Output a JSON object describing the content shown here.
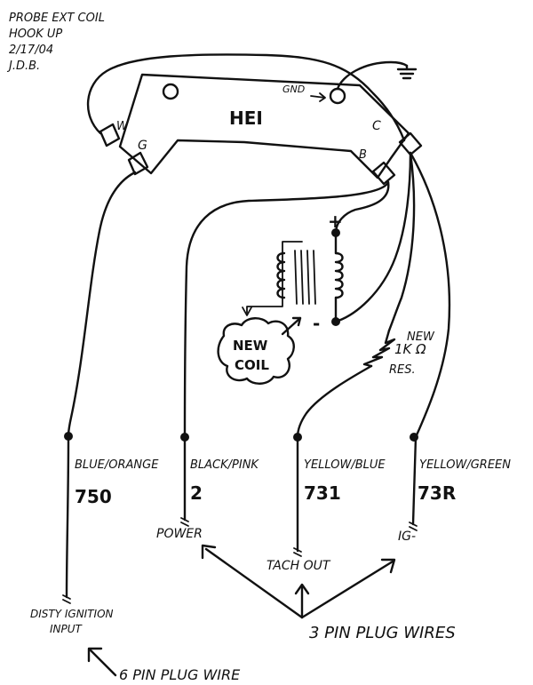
{
  "note": {
    "line1": "PROBE EXT COIL",
    "line2": "HOOK UP",
    "line3": "2/17/04",
    "line4": "J.D.B."
  },
  "module": {
    "label": "HEI",
    "terminal_w": "W",
    "terminal_g": "G",
    "terminal_c": "C",
    "terminal_b": "B",
    "gnd": "GND"
  },
  "coil": {
    "plus": "+",
    "minus": "-",
    "bubble_line1": "NEW",
    "bubble_line2": "COIL"
  },
  "resistor": {
    "line1": "NEW",
    "line2": "1K Ω",
    "line3": "RES."
  },
  "wires": [
    {
      "color": "BLUE/ORANGE",
      "number": "750"
    },
    {
      "color": "BLACK/PINK",
      "number": "2"
    },
    {
      "color": "YELLOW/BLUE",
      "number": "731"
    },
    {
      "color": "YELLOW/GREEN",
      "number": "73R"
    }
  ],
  "ends": {
    "power": "POWER",
    "tach_out": "TACH OUT",
    "ig_minus": "IG-",
    "disty_line1": "DISTY IGNITION",
    "disty_line2": "INPUT"
  },
  "plugs": {
    "three_pin": "3 PIN PLUG WIRES",
    "six_pin": "6 PIN PLUG WIRE"
  }
}
